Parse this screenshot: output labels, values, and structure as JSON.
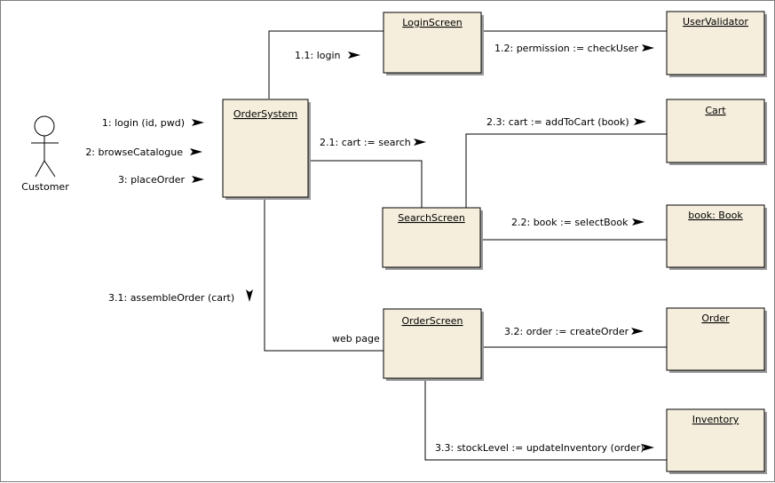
{
  "colors": {
    "object_fill": "#f5eedc",
    "background": "#ffffff",
    "line": "#000000"
  },
  "actor": {
    "name": "Customer"
  },
  "objects": {
    "order_system": "OrderSystem",
    "login_screen": "LoginScreen",
    "user_validator": "UserValidator",
    "cart": "Cart",
    "search_screen": "SearchScreen",
    "book": "book: Book",
    "order_screen": "OrderScreen",
    "order": "Order",
    "inventory": "Inventory"
  },
  "messages": {
    "m1": "1: login (id, pwd)",
    "m2": "2: browseCatalogue",
    "m3": "3: placeOrder",
    "m1_1": "1.1: login",
    "m1_2": "1.2: permission := checkUser",
    "m2_1": "2.1: cart := search",
    "m2_2": "2.2: book := selectBook",
    "m2_3": "2.3: cart := addToCart (book)",
    "m3_1": "3.1: assembleOrder (cart)",
    "m3_2": "3.2: order := createOrder",
    "m3_3": "3.3: stockLevel := updateInventory (order)"
  },
  "link_labels": {
    "web_page": "web page"
  }
}
